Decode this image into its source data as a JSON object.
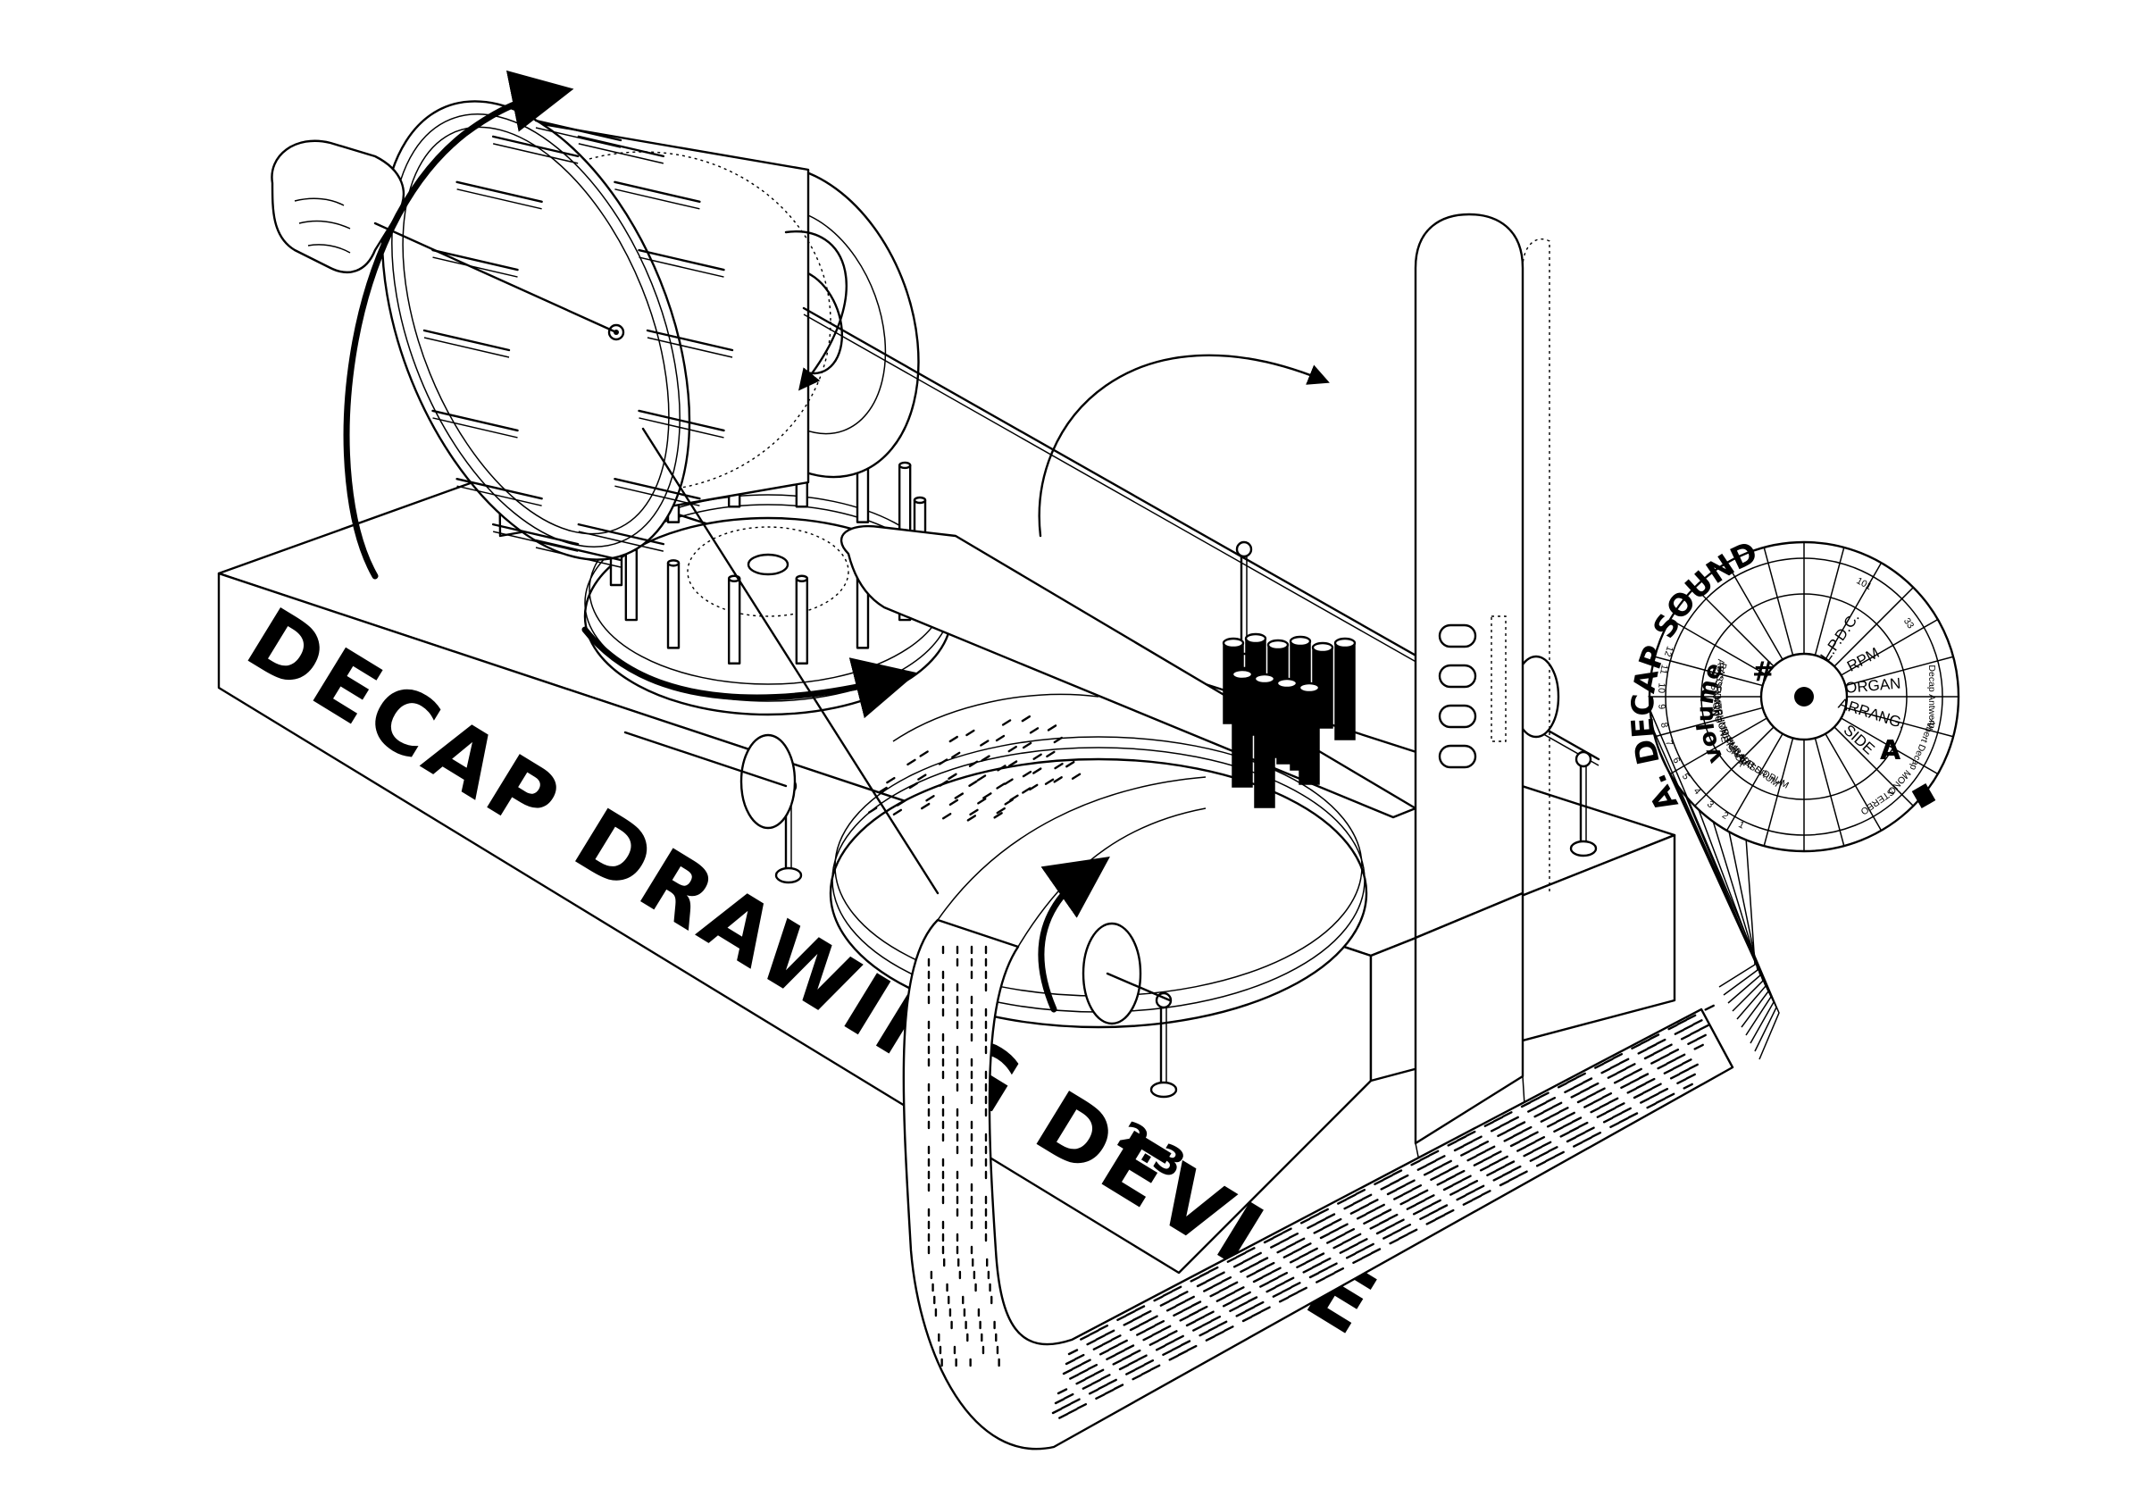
{
  "device": {
    "title": "DECAP DRAWING DEVICE",
    "version": "2.3"
  },
  "dial": {
    "title": "A. DECAP SOUND",
    "volume_label": "volume",
    "hash_label": "#",
    "center_labels": [
      "L.P.D.C.",
      "RPM",
      "ORGAN",
      "ARRANG.",
      "SIDE"
    ],
    "outer_values": [
      "101",
      "33",
      "Decap Antwerp",
      "Albert Decap",
      "STEREO",
      "MONO"
    ],
    "side_letter": "A",
    "instruments": [
      "BASS DRUM",
      "SNARE DRUM",
      "HI-HAT",
      "CYMBAL",
      "WOOD-BLOCK",
      "TRUMPET",
      "SAXOPHONE",
      "FLUTE",
      "ACCORDION",
      "BASS"
    ],
    "channel_numbers": [
      "1",
      "2",
      "3",
      "4",
      "5",
      "6",
      "7",
      "8",
      "9",
      "10",
      "11",
      "12"
    ]
  }
}
